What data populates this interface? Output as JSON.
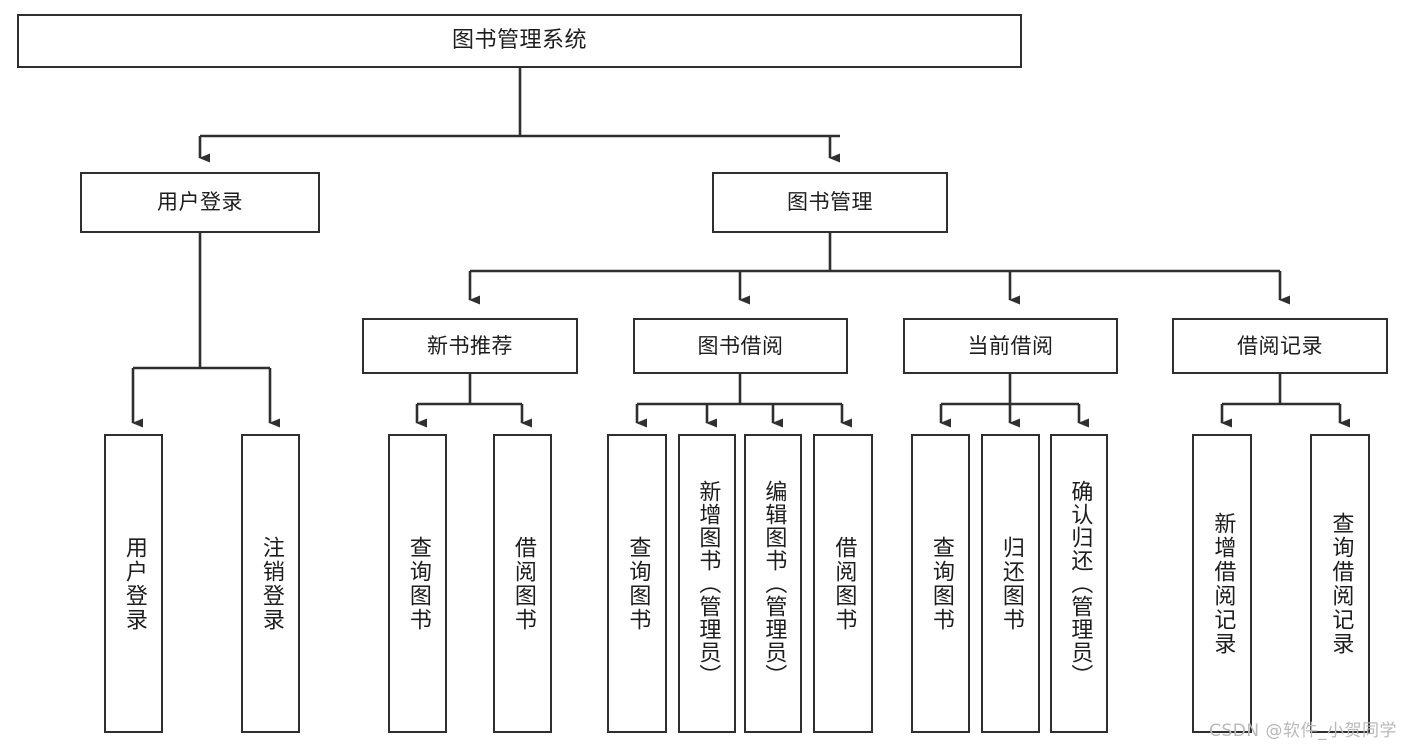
{
  "diagram": {
    "title": "图书管理系统",
    "watermark": "CSDN @软件_小贺同学",
    "line_color": "#2f2f2f",
    "box_fill": "#ffffff",
    "text_color": "#1d1d1d",
    "watermark_color": "#b9b9b9"
  },
  "nodes": {
    "root": {
      "label": "图书管理系统"
    },
    "level1": [
      {
        "label": "用户登录"
      },
      {
        "label": "图书管理"
      }
    ],
    "level2": [
      {
        "label": "新书推荐"
      },
      {
        "label": "图书借阅"
      },
      {
        "label": "当前借阅"
      },
      {
        "label": "借阅记录"
      }
    ],
    "leaves": {
      "user_login": [
        {
          "label": "用户登录"
        },
        {
          "label": "注销登录"
        }
      ],
      "new_book_recommend": [
        {
          "label": "查询图书"
        },
        {
          "label": "借阅图书"
        }
      ],
      "book_borrow": [
        {
          "label": "查询图书"
        },
        {
          "label": "新增图书（管理员）"
        },
        {
          "label": "编辑图书（管理员）"
        },
        {
          "label": "借阅图书"
        }
      ],
      "current_borrow": [
        {
          "label": "查询图书"
        },
        {
          "label": "归还图书"
        },
        {
          "label": "确认归还（管理员）"
        }
      ],
      "borrow_record": [
        {
          "label": "新增借阅记录"
        },
        {
          "label": "查询借阅记录"
        }
      ]
    }
  }
}
